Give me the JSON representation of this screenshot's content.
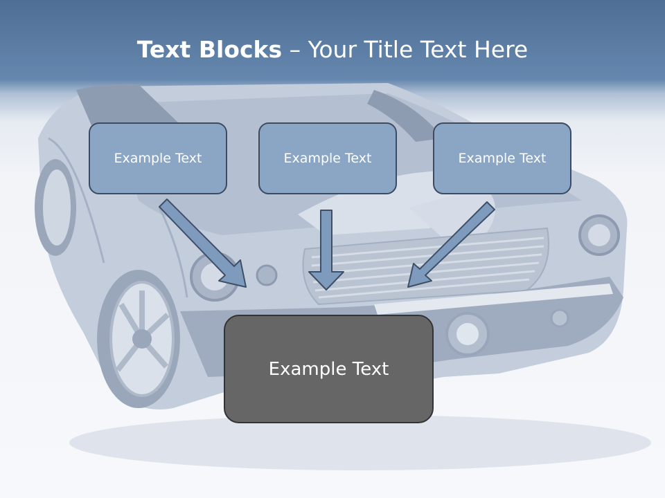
{
  "slide": {
    "title_bold": "Text Blocks",
    "title_rest": " – Your Title Text Here"
  },
  "blocks": {
    "top": [
      {
        "text": "Example Text"
      },
      {
        "text": "Example Text"
      },
      {
        "text": "Example Text"
      }
    ],
    "bottom": {
      "text": "Example Text"
    }
  },
  "colors": {
    "header_blue": "#5b7aa3",
    "small_box_fill": "#8aa6c4",
    "small_box_border": "#3b4b62",
    "big_box_fill": "#666666",
    "big_box_border": "#333333",
    "arrow_fill": "#7e9bbd",
    "arrow_stroke": "#3e4f68"
  }
}
